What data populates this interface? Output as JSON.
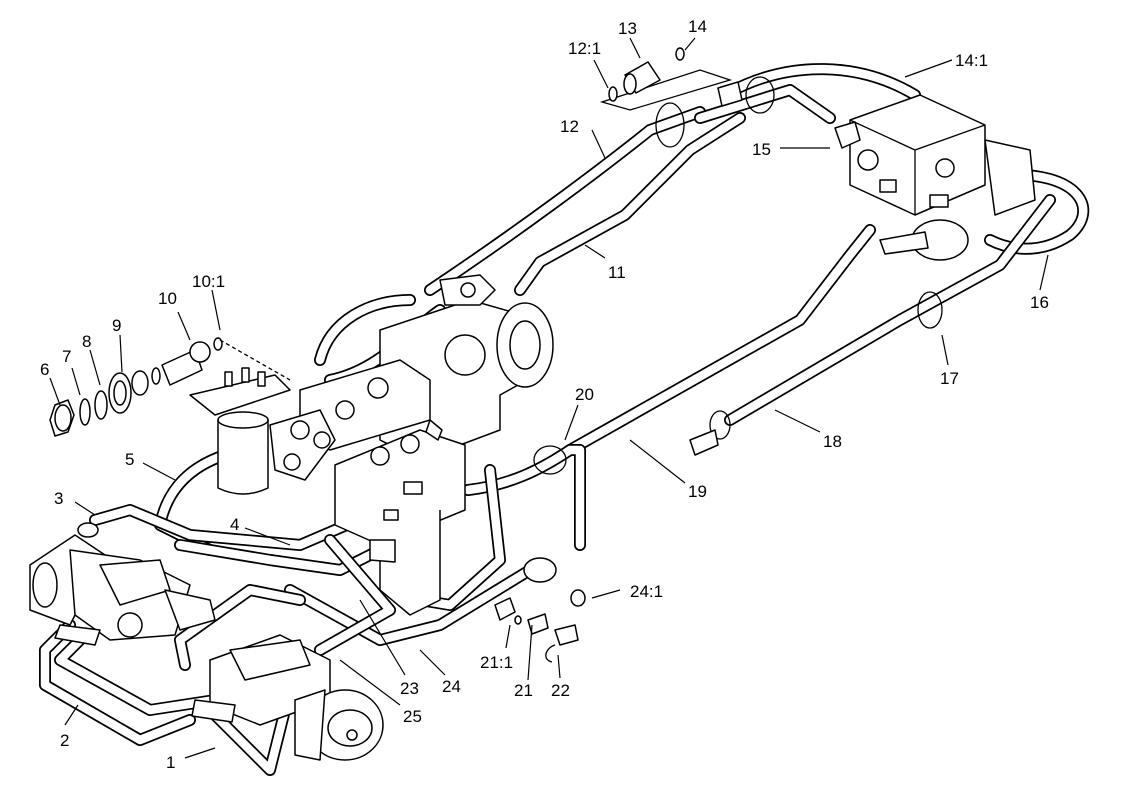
{
  "diagram": {
    "callouts": [
      {
        "id": "c1",
        "text": "1"
      },
      {
        "id": "c2",
        "text": "2"
      },
      {
        "id": "c3",
        "text": "3"
      },
      {
        "id": "c4",
        "text": "4"
      },
      {
        "id": "c5",
        "text": "5"
      },
      {
        "id": "c6",
        "text": "6"
      },
      {
        "id": "c7",
        "text": "7"
      },
      {
        "id": "c8",
        "text": "8"
      },
      {
        "id": "c9",
        "text": "9"
      },
      {
        "id": "c10",
        "text": "10"
      },
      {
        "id": "c10_1",
        "text": "10:1"
      },
      {
        "id": "c11",
        "text": "11"
      },
      {
        "id": "c12",
        "text": "12"
      },
      {
        "id": "c12_1",
        "text": "12:1"
      },
      {
        "id": "c13",
        "text": "13"
      },
      {
        "id": "c14",
        "text": "14"
      },
      {
        "id": "c14_1",
        "text": "14:1"
      },
      {
        "id": "c15",
        "text": "15"
      },
      {
        "id": "c16",
        "text": "16"
      },
      {
        "id": "c17",
        "text": "17"
      },
      {
        "id": "c18",
        "text": "18"
      },
      {
        "id": "c19",
        "text": "19"
      },
      {
        "id": "c20",
        "text": "20"
      },
      {
        "id": "c21",
        "text": "21"
      },
      {
        "id": "c21_1",
        "text": "21:1"
      },
      {
        "id": "c22",
        "text": "22"
      },
      {
        "id": "c23",
        "text": "23"
      },
      {
        "id": "c24",
        "text": "24"
      },
      {
        "id": "c24_1",
        "text": "24:1"
      },
      {
        "id": "c25",
        "text": "25"
      }
    ]
  }
}
